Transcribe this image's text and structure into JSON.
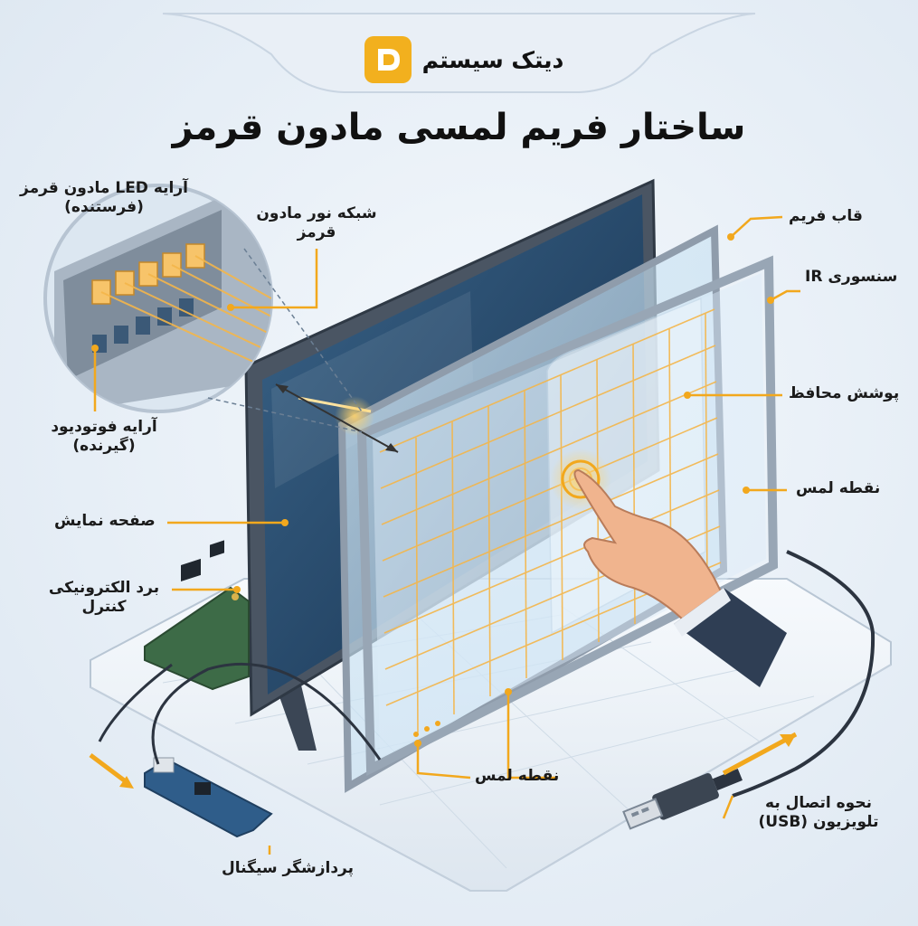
{
  "brand": {
    "name": "دیتک سیستم",
    "logo_letter": "D",
    "logo_color": "#f2b01e"
  },
  "title": "ساختار فریم لمسی مادون قرمز",
  "labels": {
    "led_array": "آرایه LED مادون قرمز",
    "led_array_sub": "(فرستنده)",
    "ir_grid": "شبکه نور مادون",
    "ir_grid_sub": "قرمز",
    "frame_bezel": "قاب فریم",
    "ir_sensors": "سنسوری IR",
    "protective_cover": "پوشش محافظ",
    "touch_point_right": "نقطه لمس",
    "photodiode_array": "آرایه فوتودیود",
    "photodiode_array_sub": "(گیرنده)",
    "display_panel": "صفحه نمایش",
    "control_board": "برد الکترونیکی",
    "control_board_sub": "کنترل",
    "touch_point_bottom": "نقطه لمس",
    "usb_connection": "نحوه اتصال به",
    "usb_connection_sub": "تلویزیون (USB)",
    "signal_processor": "پردازشگر سیگنال"
  },
  "colors": {
    "accent": "#f2a81d",
    "frame": "#7d8a99",
    "screen": "#24476b",
    "grid": "#f4b64a"
  }
}
